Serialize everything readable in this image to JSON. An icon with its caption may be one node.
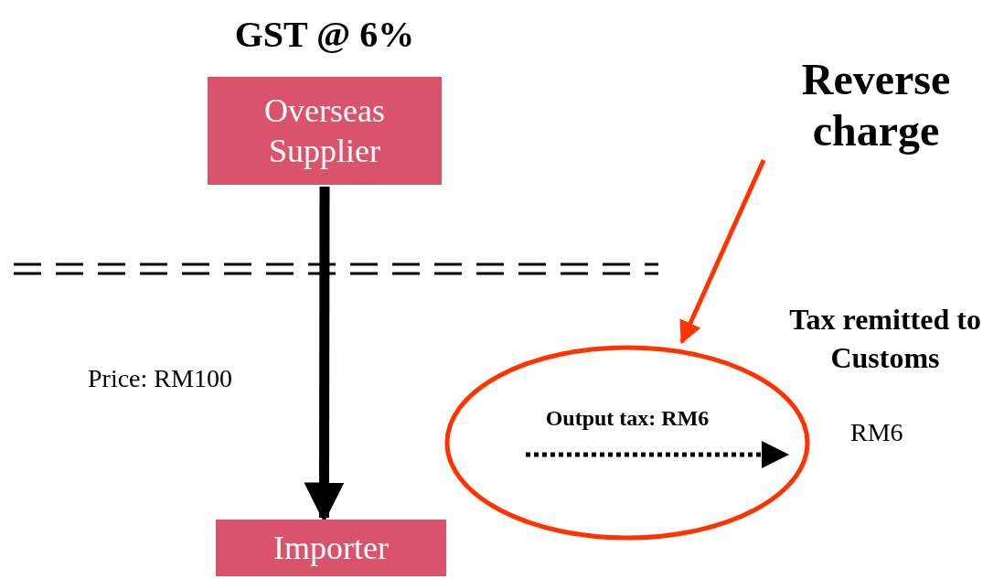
{
  "diagram": {
    "title": "GST @ 6%",
    "nodes": [
      {
        "text": [
          "Overseas Supplier"
        ]
      },
      {
        "text": [
          "Importer"
        ]
      },
      {
        "text": [
          "Reverse charge"
        ]
      },
      {
        "text": [
          "Output tax: RM6"
        ]
      }
    ],
    "edges": [
      {
        "from": 0,
        "to": 1,
        "arrow": "to",
        "label": "Price: RM100",
        "style": "thick"
      },
      {
        "from": 2,
        "to": 3,
        "arrow": "to",
        "color": "#ff3300"
      }
    ],
    "labels": [
      "Tax remitted to Customs",
      "RM6"
    ]
  }
}
